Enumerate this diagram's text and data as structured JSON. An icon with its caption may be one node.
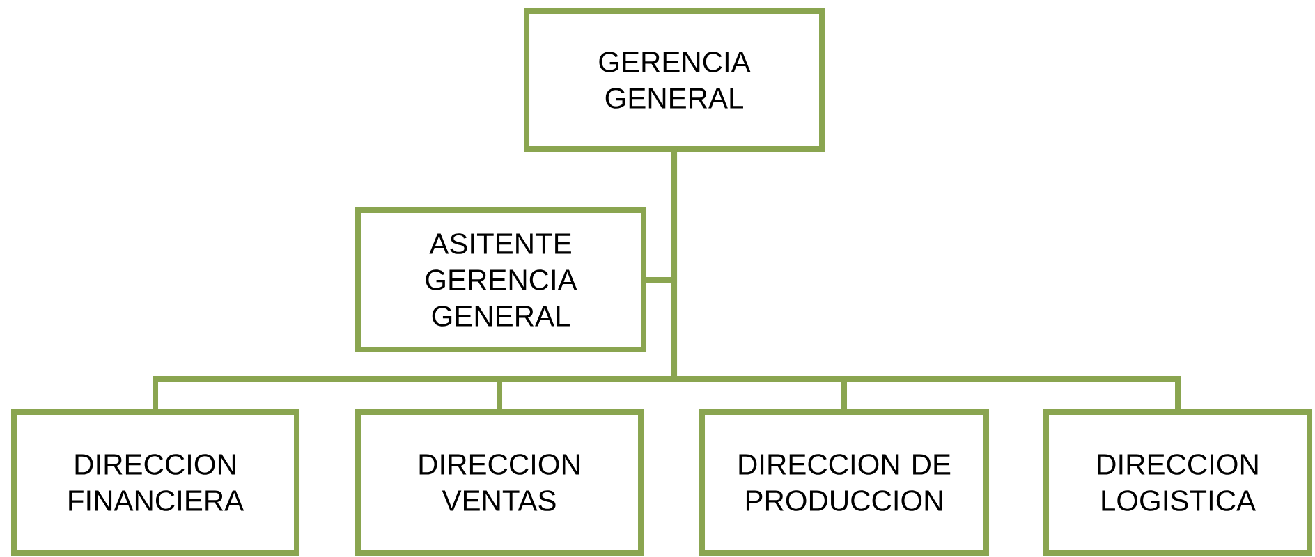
{
  "diagram": {
    "nodes": [
      {
        "text": [
          "GERENCIA GENERAL"
        ]
      },
      {
        "text": [
          "ASITENTE GERENCIA GENERAL"
        ]
      },
      {
        "text": [
          "DIRECCION FINANCIERA"
        ]
      },
      {
        "text": [
          "DIRECCION VENTAS"
        ]
      },
      {
        "text": [
          "DIRECCION DE PRODUCCION"
        ]
      },
      {
        "text": [
          "DIRECCION LOGISTICA"
        ]
      }
    ],
    "edges": [
      {
        "from": 0,
        "to": 1,
        "arrow": "none"
      },
      {
        "from": 0,
        "to": 2,
        "arrow": "none"
      },
      {
        "from": 0,
        "to": 3,
        "arrow": "none"
      },
      {
        "from": 0,
        "to": 4,
        "arrow": "none"
      },
      {
        "from": 0,
        "to": 5,
        "arrow": "none"
      }
    ]
  }
}
